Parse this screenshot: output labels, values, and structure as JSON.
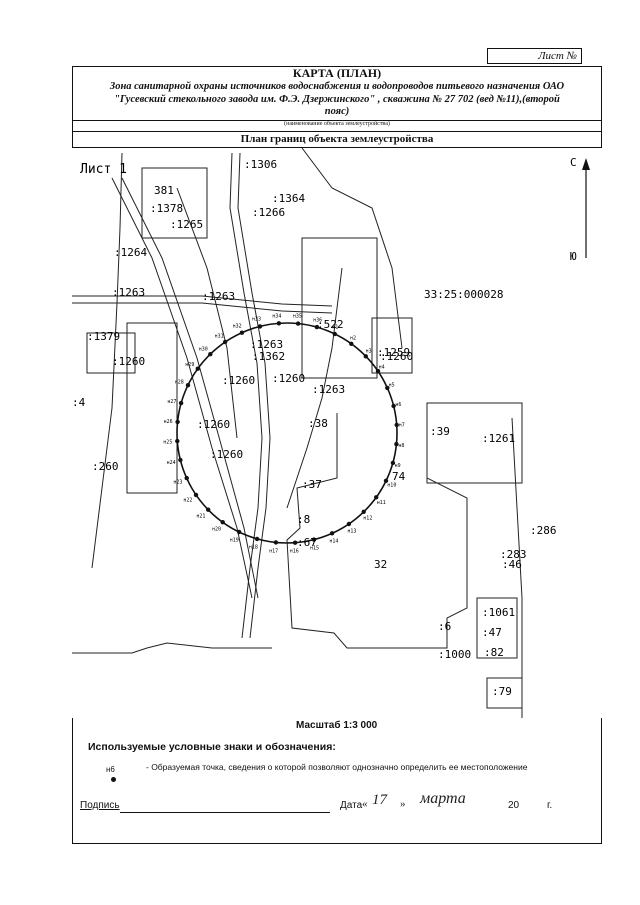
{
  "sheet": {
    "label": "Лист №"
  },
  "document": {
    "title": "КАРТА (ПЛАН)",
    "subtitle_lines": [
      "Зона санитарной охраны источников водоснабжения и водопроводов питьевого назначения ОАО",
      "\"Гусевский стекольного завода им. Ф.Э. Дзержинского\" , скважина № 27 702 (вед №11),(второй",
      "пояс)"
    ],
    "object_caption": "(наименование объекта землеустройства)",
    "plan_title": "План границ объекта землеустройства"
  },
  "map": {
    "sheet_stamp": "Лист 1",
    "north_label": "С",
    "south_label": "Ю",
    "parcels": [
      ":1306",
      "381",
      ":1378",
      ":1265",
      ":1364",
      ":1266",
      ":1264",
      ":1263",
      ":1263",
      "33:25:000028",
      ":522",
      ":1379",
      ":1260",
      ":1263",
      ":1362",
      ":1260",
      ":1260",
      ":1263",
      ":1259",
      ":1260",
      ":1260",
      ":38",
      ":39",
      ":1261",
      ":260",
      ":1260",
      ":37",
      "74",
      ":4",
      ":8",
      ":67",
      "32",
      ":286",
      ":283",
      ":46",
      ":1061",
      ":6",
      ":47",
      ":1000",
      ":82",
      ":79",
      "74"
    ],
    "points": [
      "н1",
      "н2",
      "н3",
      "н4",
      "н5",
      "н6",
      "н7",
      "н8",
      "н9",
      "н10",
      "н11",
      "н12",
      "н13",
      "н14",
      "н15",
      "н16",
      "н17",
      "н18",
      "н19",
      "н20",
      "н21",
      "н22",
      "н23",
      "н24",
      "н25",
      "н26",
      "н27",
      "н28",
      "н29",
      "н30",
      "н31",
      "н32",
      "н33",
      "н34",
      "н35",
      "н36"
    ]
  },
  "scale": "Масштаб 1:3 000",
  "legend": {
    "title": "Используемые условные знаки и обозначения:",
    "point_label": "н6",
    "point_text": "- Образуемая точка, сведения о которой позволяют однозначно определить ее местоположение"
  },
  "signature": {
    "label": "Подпись",
    "date_label": "Дата",
    "quote_open": "«",
    "day": "17",
    "quote_close": "»",
    "month": "марта",
    "year": "20",
    "year_suffix": "г."
  }
}
